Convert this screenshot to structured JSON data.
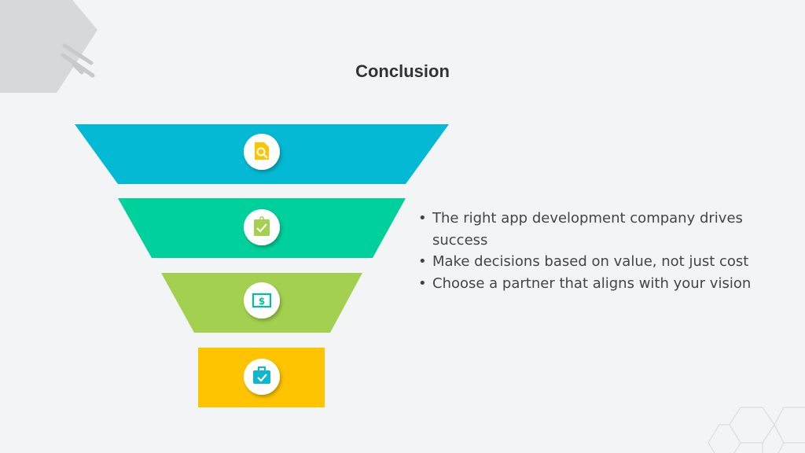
{
  "title": "Conclusion",
  "bullets": [
    "The right app development company drives success",
    "Make decisions based on value, not just cost",
    "Choose a partner that aligns with your vision"
  ],
  "funnel": {
    "colors": [
      "#03b9d3",
      "#00d09c",
      "#a4d04f",
      "#ffc400"
    ],
    "icons": [
      "document-search-icon",
      "clipboard-check-icon",
      "money-bill-icon",
      "briefcase-check-icon"
    ]
  }
}
